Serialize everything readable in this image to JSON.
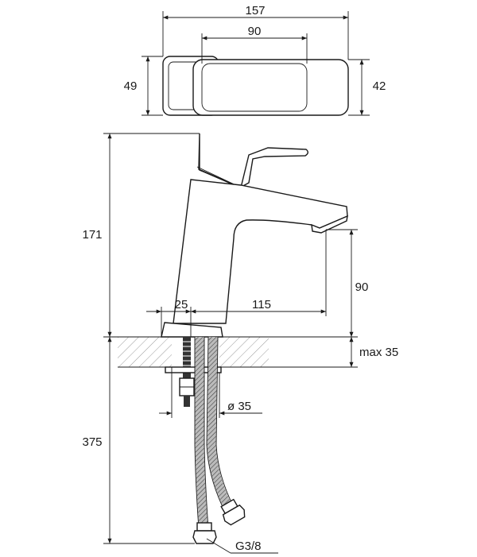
{
  "drawing": {
    "top_view": {
      "width_overall": "157",
      "width_lever": "90",
      "depth_base": "49",
      "depth_lever": "42"
    },
    "side_view": {
      "height_total": "171",
      "spout_clearance": "90",
      "base_offset": "25",
      "spout_reach": "115",
      "max_deck_thickness": "max 35",
      "below_deck_length": "375",
      "hole_diameter": "ø 35",
      "connection_thread": "G3/8"
    }
  }
}
